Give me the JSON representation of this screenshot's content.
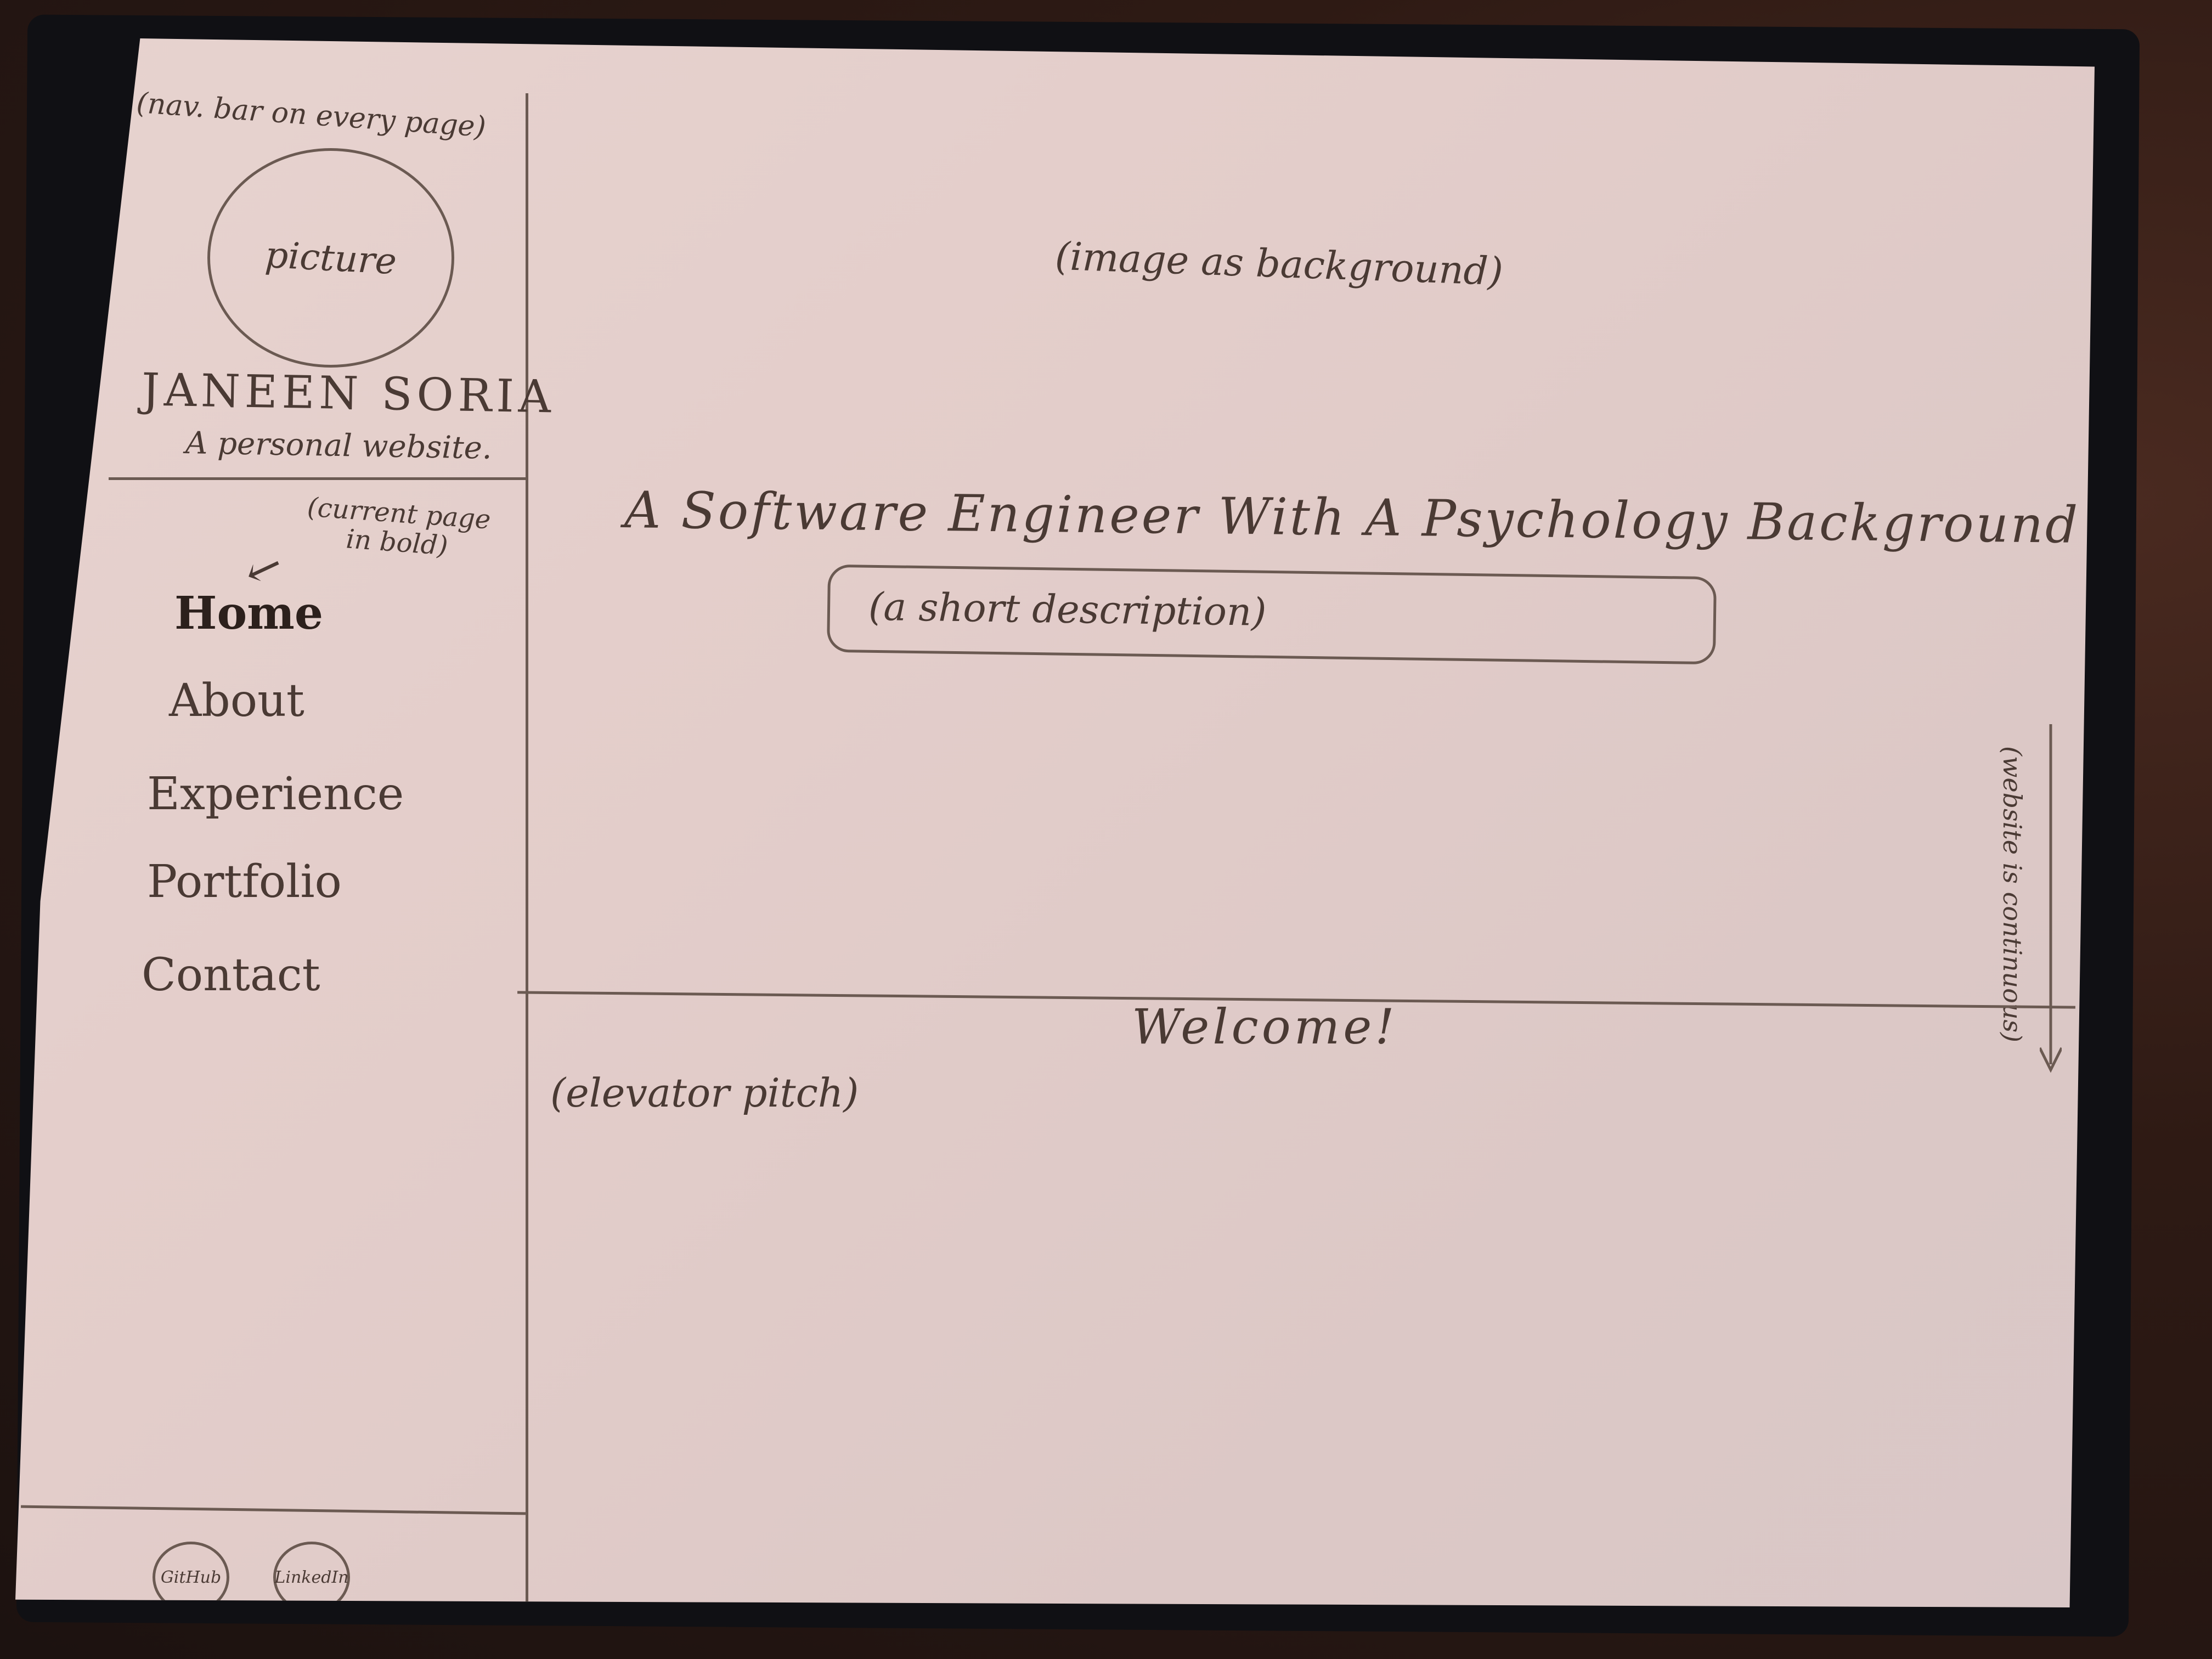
{
  "sidebar": {
    "note": "(nav. bar on every page)",
    "avatar_label": "picture",
    "owner_name": "JANEEN SORIA",
    "owner_tagline": "A personal website.",
    "current_page_note_line1": "(current page",
    "current_page_note_line2": "in bold)",
    "nav_items": [
      {
        "label": "Home",
        "active": true
      },
      {
        "label": "About",
        "active": false
      },
      {
        "label": "Experience",
        "active": false
      },
      {
        "label": "Portfolio",
        "active": false
      },
      {
        "label": "Contact",
        "active": false
      }
    ],
    "social_links": [
      {
        "label": "GitHub"
      },
      {
        "label": "LinkedIn"
      }
    ]
  },
  "main": {
    "hero_note": "(image as background)",
    "headline": "A Software Engineer With A Psychology Background",
    "short_description": "(a short description)",
    "scroll_note": "(website is continuous)",
    "welcome_title": "Welcome!",
    "elevator_pitch": "(elevator pitch)"
  },
  "colors": {
    "paper": "#e3cdca",
    "ink": "#4a3a34",
    "board": "#101014",
    "desk": "#2e1a14"
  }
}
